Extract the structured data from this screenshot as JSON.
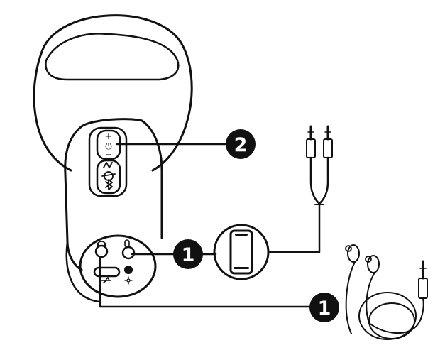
{
  "callouts": [
    {
      "number": "2"
    },
    {
      "number": "1"
    },
    {
      "number": "1"
    }
  ],
  "controls": {
    "volume_up": "+",
    "volume_down": "−",
    "power_glyph": "⏻"
  },
  "colors": {
    "stroke": "#111111",
    "badge": "#111111",
    "background": "#ffffff"
  },
  "icons": [
    "headphone-icon",
    "microphone-icon",
    "usb-icon",
    "bluetooth-icon",
    "power-icon",
    "mode-icon",
    "smartphone-icon",
    "earphones-icon",
    "aux-cable-icon"
  ]
}
